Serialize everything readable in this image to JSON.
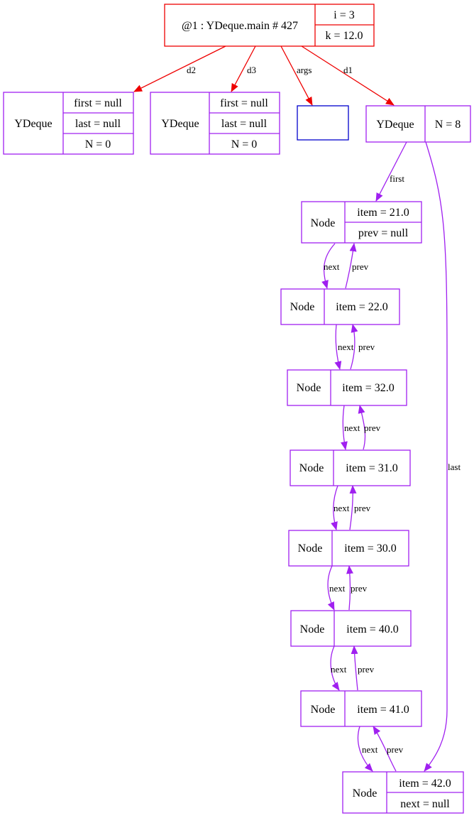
{
  "colors": {
    "frame": "#ee0000",
    "object": "#a020f0",
    "array": "#0000cc",
    "frame_edge": "#ee0000",
    "object_edge": "#a020f0"
  },
  "frame": {
    "title": "@1 : YDeque.main # 427",
    "fields": [
      "i = 3",
      "k = 12.0"
    ]
  },
  "deques": [
    {
      "id": "d2",
      "label": "YDeque",
      "fields": [
        "first = null",
        "last = null",
        "N = 0"
      ]
    },
    {
      "id": "d3",
      "label": "YDeque",
      "fields": [
        "first = null",
        "last = null",
        "N = 0"
      ]
    },
    {
      "id": "d1",
      "label": "YDeque",
      "fields": [
        "N = 8"
      ]
    }
  ],
  "nodes": [
    {
      "label": "Node",
      "fields": [
        "item = 21.0",
        "prev = null"
      ]
    },
    {
      "label": "Node",
      "fields": [
        "item = 22.0"
      ]
    },
    {
      "label": "Node",
      "fields": [
        "item = 32.0"
      ]
    },
    {
      "label": "Node",
      "fields": [
        "item = 31.0"
      ]
    },
    {
      "label": "Node",
      "fields": [
        "item = 30.0"
      ]
    },
    {
      "label": "Node",
      "fields": [
        "item = 40.0"
      ]
    },
    {
      "label": "Node",
      "fields": [
        "item = 41.0"
      ]
    },
    {
      "label": "Node",
      "fields": [
        "item = 42.0",
        "next = null"
      ]
    }
  ],
  "edge_labels": {
    "d2": "d2",
    "d3": "d3",
    "args": "args",
    "d1": "d1",
    "first": "first",
    "last": "last",
    "next": "next",
    "prev": "prev"
  }
}
